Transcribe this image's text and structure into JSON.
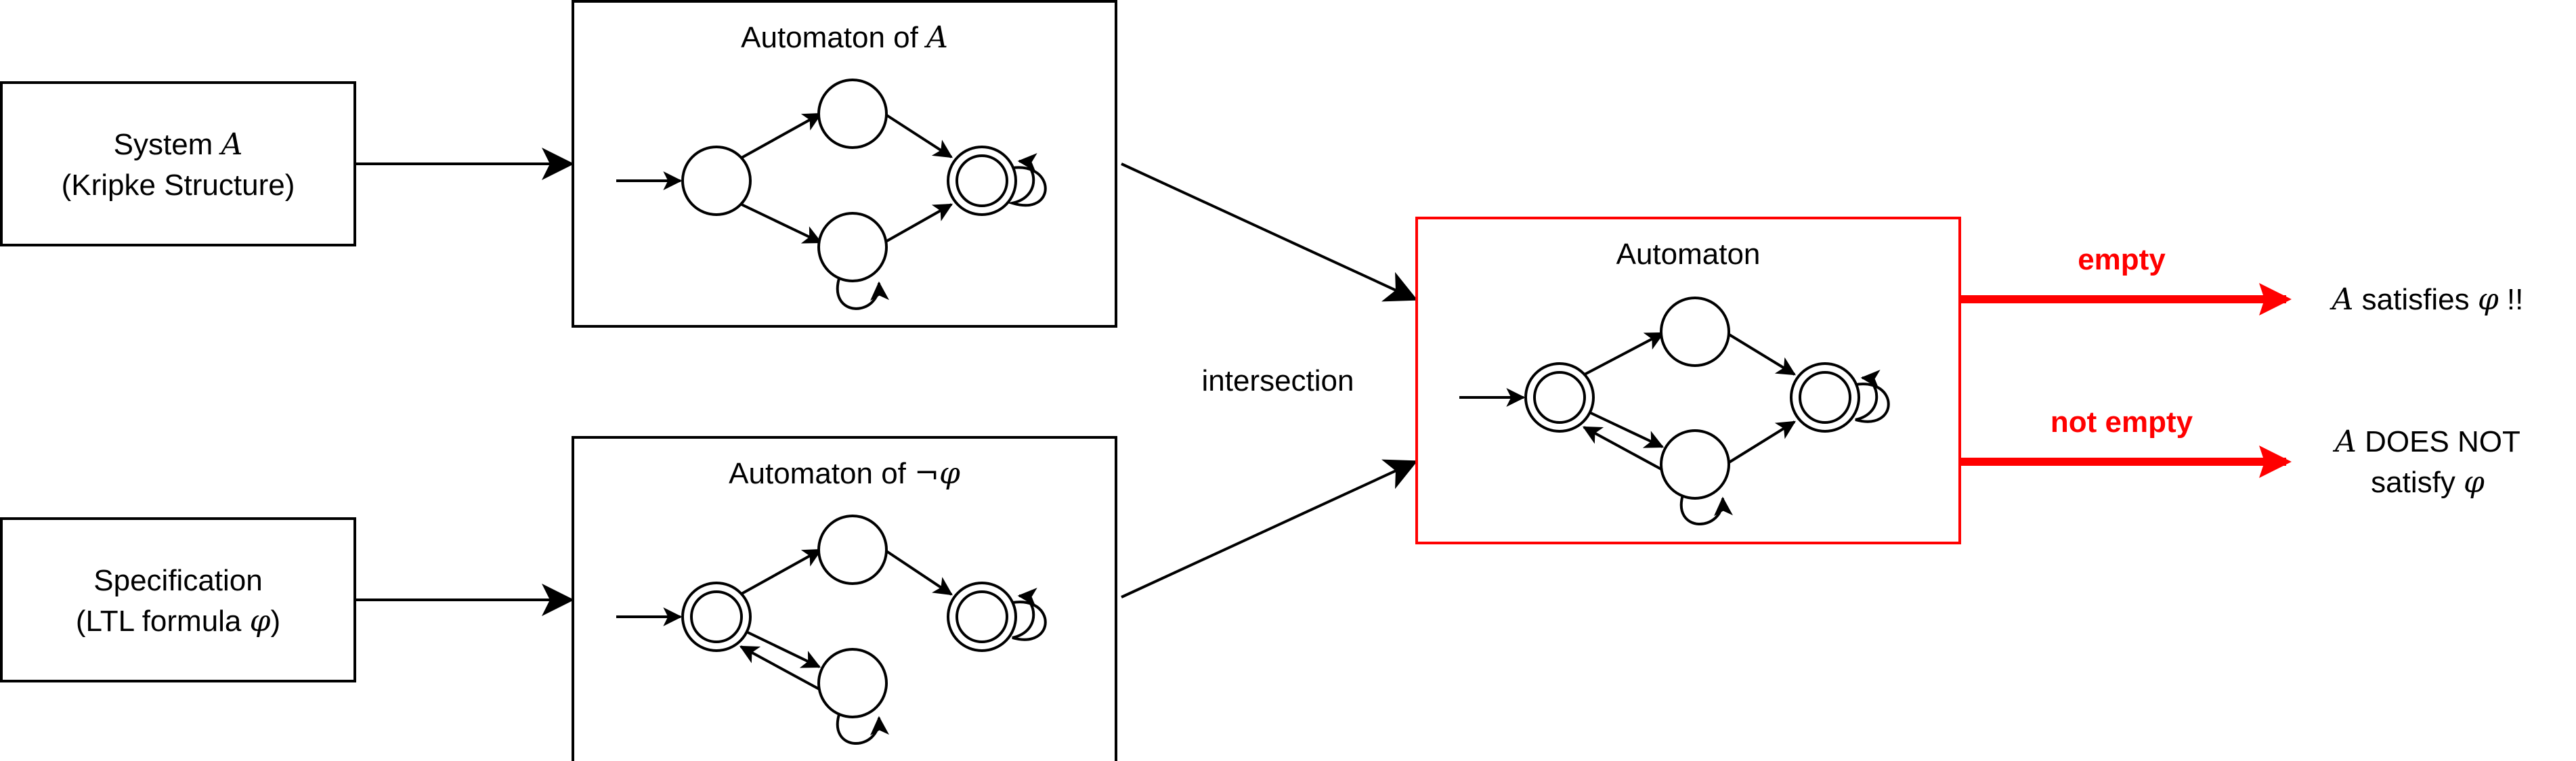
{
  "system_box": {
    "line1": "System ",
    "math": "A",
    "line2": "(Kripke Structure)"
  },
  "spec_box": {
    "line1": "Specification",
    "line2_prefix": "(LTL formula ",
    "math": "φ",
    "line2_suffix": ")"
  },
  "automaton_a": {
    "title_prefix": "Automaton of ",
    "title_math": "A"
  },
  "automaton_phi": {
    "title_prefix": "Automaton of ",
    "title_math": "¬φ"
  },
  "product": {
    "title": "Automaton"
  },
  "intersection_label": "intersection",
  "outcomes": {
    "empty_label": "empty",
    "not_empty_label": "not empty",
    "result_empty": {
      "math1": "A",
      "text": " satisfies ",
      "math2": "φ",
      "suffix": " !!"
    },
    "result_not_empty": {
      "math1": "A",
      "line1_text": " DOES NOT",
      "line2_text": "satisfy ",
      "math2": "φ"
    }
  },
  "colors": {
    "line": "#000000",
    "accent": "#ff0000",
    "background": "#ffffff"
  }
}
